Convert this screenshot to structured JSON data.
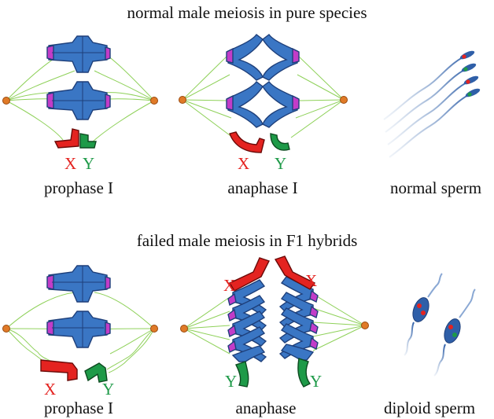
{
  "top_panel": {
    "title": "normal male meiosis in pure species",
    "captions": {
      "left": "prophase I",
      "middle": "anaphase I",
      "right": "normal sperm"
    },
    "sex_chromosomes": {
      "x": "X",
      "y": "Y"
    }
  },
  "bottom_panel": {
    "title": "failed male meiosis in F1 hybrids",
    "captions": {
      "left": "prophase I",
      "middle": "anaphase",
      "right": "diploid sperm"
    },
    "sex_chromosomes": {
      "x": "X",
      "y": "Y"
    }
  },
  "colors": {
    "autosome": "#3a76c4",
    "autosome_dark": "#1e3f7a",
    "centromere": "#c23cc8",
    "x_chromosome": "#e42320",
    "y_chromosome": "#1e9a48",
    "spindle": "#8fd15a",
    "pole": "#e07a27",
    "x_label": "#e42320",
    "y_label": "#1e9a48"
  }
}
